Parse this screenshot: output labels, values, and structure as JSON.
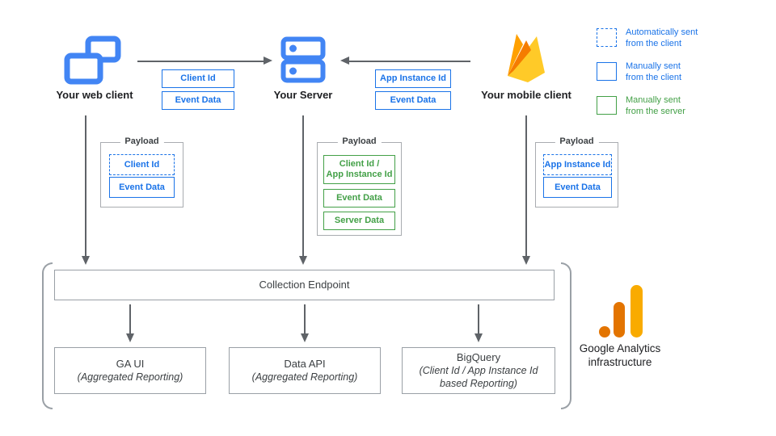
{
  "colors": {
    "accent_blue": "#1A73E8",
    "icon_blue": "#4285F4",
    "accent_green": "#43A047",
    "arrow_gray": "#5F6368",
    "box_border_gray": "#9AA0A6",
    "text_dark": "#3C4043",
    "firebase_yellow": "#FFCA28",
    "firebase_orange": "#FFA000",
    "firebase_dark_orange": "#F57C00",
    "ga_logo_orange": "#E37400",
    "ga_logo_amber": "#F9AB00"
  },
  "nodes": {
    "web": {
      "label": "Your web client",
      "icon": "overlapping-windows-icon"
    },
    "server": {
      "label": "Your Server",
      "icon": "server-stack-icon"
    },
    "mobile": {
      "label": "Your mobile client",
      "icon": "firebase-flame-icon"
    }
  },
  "flows": {
    "web_to_server": {
      "tags": [
        "Client Id",
        "Event Data"
      ]
    },
    "mobile_to_server": {
      "tags": [
        "App Instance Id",
        "Event Data"
      ]
    }
  },
  "legend": {
    "items": [
      {
        "text": "Automatically sent\nfrom the client",
        "style": "dashed-blue"
      },
      {
        "text": "Manually sent\nfrom the client",
        "style": "solid-blue"
      },
      {
        "text": "Manually sent\nfrom the server",
        "style": "solid-green"
      }
    ]
  },
  "payloads": [
    {
      "title": "Payload",
      "items": [
        {
          "label": "Client Id",
          "style": "dashed-blue"
        },
        {
          "label": "Event Data",
          "style": "solid-blue"
        }
      ]
    },
    {
      "title": "Payload",
      "items": [
        {
          "label": "Client Id /\nApp Instance Id",
          "style": "solid-green"
        },
        {
          "label": "Event Data",
          "style": "solid-green"
        },
        {
          "label": "Server Data",
          "style": "solid-green"
        }
      ]
    },
    {
      "title": "Payload",
      "items": [
        {
          "label": "App Instance Id",
          "style": "dashed-blue"
        },
        {
          "label": "Event Data",
          "style": "solid-blue"
        }
      ]
    }
  ],
  "infrastructure": {
    "endpoint_label": "Collection Endpoint",
    "outputs": [
      {
        "title": "GA UI",
        "subtitle": "(Aggregated Reporting)"
      },
      {
        "title": "Data API",
        "subtitle": "(Aggregated Reporting)"
      },
      {
        "title": "BigQuery",
        "subtitle": "(Client Id / App Instance Id\nbased Reporting)"
      }
    ],
    "label": "Google Analytics\ninfrastructure"
  }
}
